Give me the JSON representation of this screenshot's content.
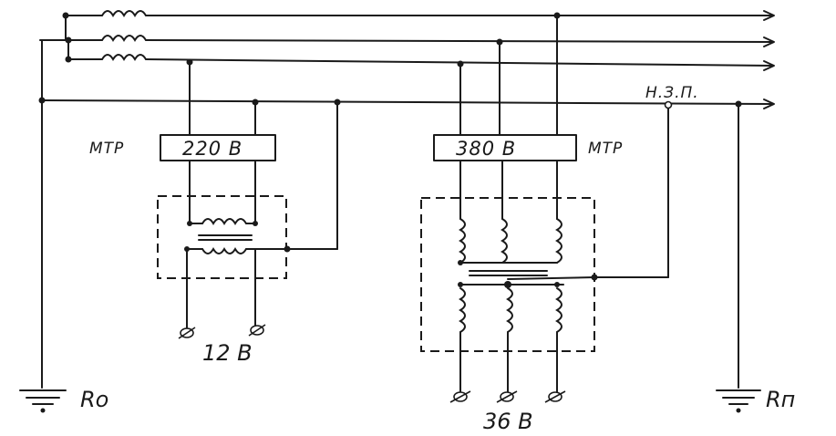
{
  "labels": {
    "mtr_left": "МТР",
    "mtr_right": "МТР",
    "box_left": "220 В",
    "box_right": "380 В",
    "out_left": "12 В",
    "out_right": "36 В",
    "nzp": "Н.З.П.",
    "ground_left": "Ro",
    "ground_right": "Rп"
  },
  "colors": {
    "ink": "#1a1a1a",
    "paper": "#ffffff"
  }
}
